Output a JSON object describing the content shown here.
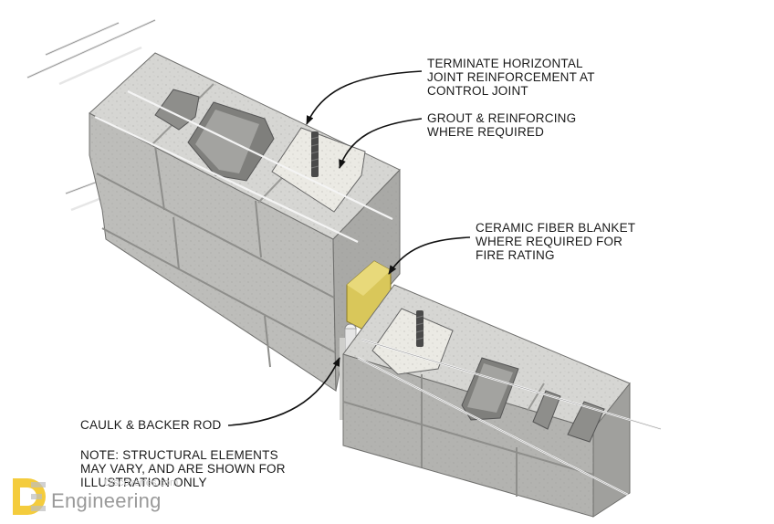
{
  "callouts": {
    "terminate": [
      "TERMINATE HORIZONTAL",
      "JOINT REINFORCEMENT AT",
      "CONTROL JOINT"
    ],
    "grout": [
      "GROUT & REINFORCING",
      "WHERE REQUIRED"
    ],
    "ceramic": [
      "CERAMIC FIBER BLANKET",
      "WHERE REQUIRED FOR",
      "FIRE RATING"
    ],
    "caulk": "CAULK & BACKER ROD",
    "note": [
      "NOTE:  STRUCTURAL ELEMENTS",
      "MAY VARY, AND ARE SHOWN FOR",
      "ILLUSTRATION ONLY"
    ]
  },
  "watermark": {
    "word": "Engineering",
    "url": "Discoverfes.com"
  },
  "colors": {
    "block_top": "#d6d6d3",
    "block_left": "#bdbdba",
    "block_right": "#a8a8a5",
    "grout": "#e9e8e2",
    "blanket": "#d9c75a",
    "rebar": "#4a4a4a",
    "wire": "#f2f2f2",
    "leader": "#111111",
    "logo_yellow": "#f2c31b"
  }
}
